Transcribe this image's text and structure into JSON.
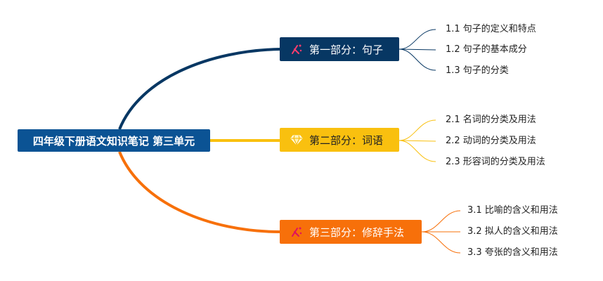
{
  "root": {
    "label": "四年级下册语文知识笔记 第三单元",
    "color": "#0b5394"
  },
  "branches": [
    {
      "label": "第一部分：句子",
      "icon": "sparkle-icon",
      "color": "#073763",
      "children": [
        "1.1 句子的定义和特点",
        "1.2 句子的基本成分",
        "1.3 句子的分类"
      ]
    },
    {
      "label": "第二部分：词语",
      "icon": "gem-icon",
      "color": "#f9c00f",
      "children": [
        "2.1 名词的分类及用法",
        "2.2 动词的分类及用法",
        "2.3 形容词的分类及用法"
      ]
    },
    {
      "label": "第三部分：修辞手法",
      "icon": "sparkle-icon",
      "color": "#f7700a",
      "children": [
        "3.1 比喻的含义和用法",
        "3.2 拟人的含义和用法",
        "3.3 夸张的含义和用法"
      ]
    }
  ]
}
